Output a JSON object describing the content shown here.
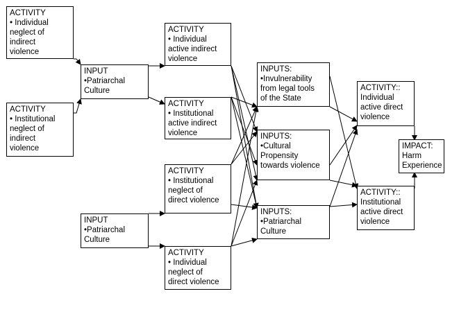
{
  "nodes": [
    {
      "id": "act1",
      "lines": [
        "ACTIVITY",
        "• Individual",
        "neglect of",
        "indirect",
        "violence"
      ]
    },
    {
      "id": "act2",
      "lines": [
        "ACTIVITY",
        "• Institutional",
        "neglect of",
        "indirect",
        "violence"
      ]
    },
    {
      "id": "inp1",
      "lines": [
        "INPUT",
        "•Patriarchal",
        "Culture"
      ]
    },
    {
      "id": "inp2",
      "lines": [
        "INPUT",
        "•Patriarchal",
        "Culture"
      ]
    },
    {
      "id": "act3",
      "lines": [
        "ACTIVITY",
        "• Individual",
        "active indirect",
        "violence"
      ]
    },
    {
      "id": "act4",
      "lines": [
        "ACTIVITY",
        "• Institutional",
        "active indirect",
        "violence"
      ]
    },
    {
      "id": "act5",
      "lines": [
        "ACTIVITY",
        "• Institutional",
        "neglect of",
        "direct violence"
      ]
    },
    {
      "id": "act6",
      "lines": [
        "ACTIVITY",
        "• Individual",
        "neglect of",
        "direct violence"
      ]
    },
    {
      "id": "ins1",
      "lines": [
        "INPUTS:",
        "•Invulnerability",
        "from legal tools",
        "of the State"
      ]
    },
    {
      "id": "ins2",
      "lines": [
        "INPUTS:",
        "•Cultural",
        "Propensity",
        "towards violence"
      ]
    },
    {
      "id": "ins3",
      "lines": [
        "INPUTS:",
        "•Patriarchal",
        "Culture"
      ]
    },
    {
      "id": "act7",
      "lines": [
        "ACTIVITY::",
        "Individual",
        "active direct",
        "violence"
      ]
    },
    {
      "id": "act8",
      "lines": [
        "ACTIVITY::",
        "Institutional",
        "active direct",
        "violence"
      ]
    },
    {
      "id": "imp1",
      "lines": [
        "IMPACT:",
        "Harm",
        "Experience"
      ]
    }
  ]
}
